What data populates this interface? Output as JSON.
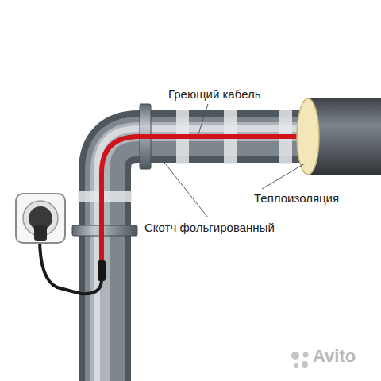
{
  "diagram": {
    "labels": [
      "Греющий кабель",
      "Скотч фольгированный",
      "Теплоизоляция",
      "Avito"
    ]
  }
}
